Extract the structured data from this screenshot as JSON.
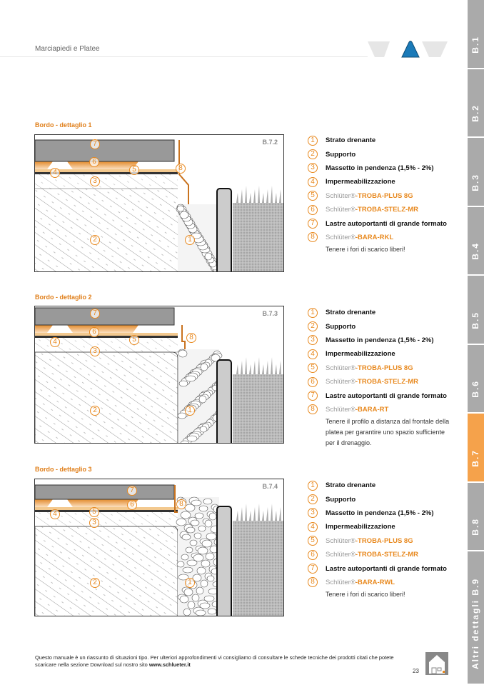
{
  "header": {
    "section_title": "Marciapiedi e Platee"
  },
  "side_tabs": [
    {
      "label": "B.1"
    },
    {
      "label": "B.2"
    },
    {
      "label": "B.3"
    },
    {
      "label": "B.4"
    },
    {
      "label": "B.5"
    },
    {
      "label": "B.6"
    },
    {
      "label": "B.7",
      "active": true
    },
    {
      "label": "B.8"
    },
    {
      "label": "Altri dettagli B.9"
    }
  ],
  "details": [
    {
      "title": "Bordo - dettaglio 1",
      "code": "B.7.2",
      "variant": 1,
      "legend": [
        {
          "num": "1",
          "text": "Strato drenante"
        },
        {
          "num": "2",
          "text": "Supporto"
        },
        {
          "num": "3",
          "text": "Massetto in pendenza (1,5% - 2%)"
        },
        {
          "num": "4",
          "text": "Impermeabilizzazione"
        },
        {
          "num": "5",
          "brand": "Schlüter®",
          "product": "-TROBA-PLUS 8G"
        },
        {
          "num": "6",
          "brand": "Schlüter®",
          "product": "-TROBA-STELZ-MR"
        },
        {
          "num": "7",
          "text": "Lastre autoportanti di grande formato"
        },
        {
          "num": "8",
          "brand": "Schlüter®",
          "product": "-BARA-RKL"
        }
      ],
      "note": "Tenere i fori di scarico liberi!"
    },
    {
      "title": "Bordo - dettaglio 2",
      "code": "B.7.3",
      "variant": 2,
      "legend": [
        {
          "num": "1",
          "text": "Strato drenante"
        },
        {
          "num": "2",
          "text": "Supporto"
        },
        {
          "num": "3",
          "text": "Massetto in pendenza (1,5% - 2%)"
        },
        {
          "num": "4",
          "text": "Impermeabilizzazione"
        },
        {
          "num": "5",
          "brand": "Schlüter®",
          "product": "-TROBA-PLUS 8G"
        },
        {
          "num": "6",
          "brand": "Schlüter®",
          "product": "-TROBA-STELZ-MR"
        },
        {
          "num": "7",
          "text": "Lastre autoportanti di grande formato"
        },
        {
          "num": "8",
          "brand": "Schlüter®",
          "product": "-BARA-RT"
        }
      ],
      "note": "Tenere il profilo a distanza dal frontale della platea per garantire uno spazio sufficiente per il drenaggio."
    },
    {
      "title": "Bordo - dettaglio 3",
      "code": "B.7.4",
      "variant": 3,
      "legend": [
        {
          "num": "1",
          "text": "Strato drenante"
        },
        {
          "num": "2",
          "text": "Supporto"
        },
        {
          "num": "3",
          "text": "Massetto in pendenza (1,5% - 2%)"
        },
        {
          "num": "4",
          "text": "Impermeabilizzazione"
        },
        {
          "num": "5",
          "brand": "Schlüter®",
          "product": "-TROBA-PLUS 8G"
        },
        {
          "num": "6",
          "brand": "Schlüter®",
          "product": "-TROBA-STELZ-MR"
        },
        {
          "num": "7",
          "text": "Lastre autoportanti di grande formato"
        },
        {
          "num": "8",
          "brand": "Schlüter®",
          "product": "-BARA-RWL"
        }
      ],
      "note": "Tenere i fori di scarico liberi!"
    }
  ],
  "footer": {
    "text": "Questo manuale è un riassunto di situazioni tipo. Per ulteriori approfondimenti vi consigliamo di consultare le schede tecniche dei prodotti citati che potete scaricare nella sezione Download sul nostro sito ",
    "link": "www.schlueter.it",
    "page": "23"
  },
  "colors": {
    "accent": "#e8891f",
    "tab_active": "#f5a24b",
    "tab": "#aaaaaa",
    "nav_blue": "#1a7ab8"
  }
}
